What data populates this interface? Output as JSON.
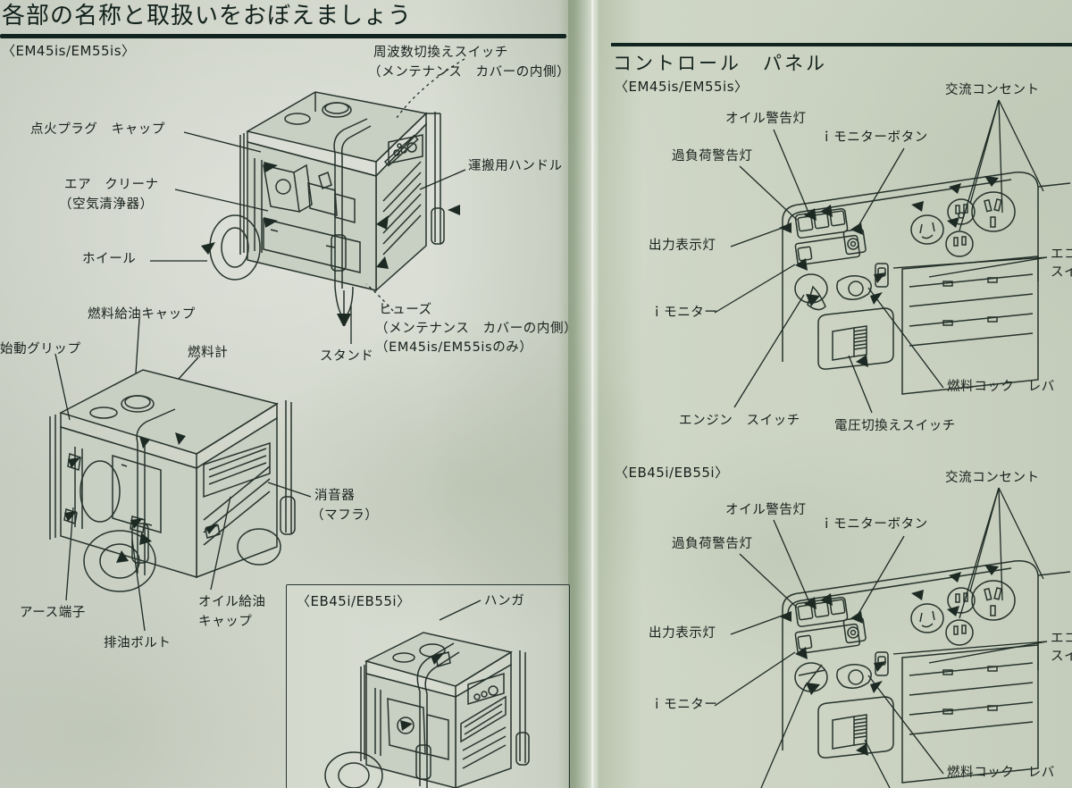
{
  "page": {
    "background_color": "#cbd1c5",
    "ink_color": "#1d2a24"
  },
  "left_page": {
    "title": "各部の名称と取扱いをおぼえましょう",
    "model_heading": "〈EM45is/EM55is〉",
    "labels": {
      "frequency_switch": "周波数切換えスイッチ",
      "frequency_switch_note": "（メンテナンス　カバーの内側）",
      "spark_plug_cap": "点火プラグ　キャップ",
      "air_cleaner": "エア　クリーナ",
      "air_cleaner_note": "（空気清浄器）",
      "wheel": "ホイール",
      "carry_handle": "運搬用ハンドル",
      "fuse": "ヒューズ",
      "fuse_note1": "（メンテナンス　カバーの内側）",
      "fuse_note2": "（EM45is/EM55isのみ）",
      "stand": "スタンド",
      "fuel_cap": "燃料給油キャップ",
      "start_grip": "始動グリップ",
      "fuel_gauge": "燃料計",
      "muffler": "消音器",
      "muffler_note": "（マフラ）",
      "earth_terminal": "アース端子",
      "oil_drain_bolt": "排油ボルト",
      "oil_fill_cap": "オイル給油",
      "oil_fill_cap2": "キャップ"
    },
    "inset": {
      "model_heading": "〈EB45i/EB55i〉",
      "hanger": "ハンガ"
    }
  },
  "right_page": {
    "section_title": "コントロール　パネル",
    "panel_top": {
      "model_heading": "〈EM45is/EM55is〉",
      "labels": {
        "ac_outlet": "交流コンセント",
        "oil_warning_lamp": "オイル警告灯",
        "i_monitor_button": "ｉモニターボタン",
        "overload_warning_lamp": "過負荷警告灯",
        "output_indicator_lamp": "出力表示灯",
        "i_monitor": "ｉモニター",
        "engine_switch": "エンジン　スイッチ",
        "voltage_switch": "電圧切換えスイッチ",
        "fuel_cock_lever": "燃料コック　レバ",
        "eco_switch_line1": "エコ",
        "eco_switch_line2": "スイ"
      }
    },
    "panel_bottom": {
      "model_heading": "〈EB45i/EB55i〉",
      "labels": {
        "ac_outlet": "交流コンセント",
        "oil_warning_lamp": "オイル警告灯",
        "i_monitor_button": "ｉモニターボタン",
        "overload_warning_lamp": "過負荷警告灯",
        "output_indicator_lamp": "出力表示灯",
        "i_monitor": "ｉモニター",
        "fuel_cock_lever": "燃料コック　レバ",
        "eco_switch_line1": "エコ",
        "eco_switch_line2": "スイ"
      }
    }
  }
}
